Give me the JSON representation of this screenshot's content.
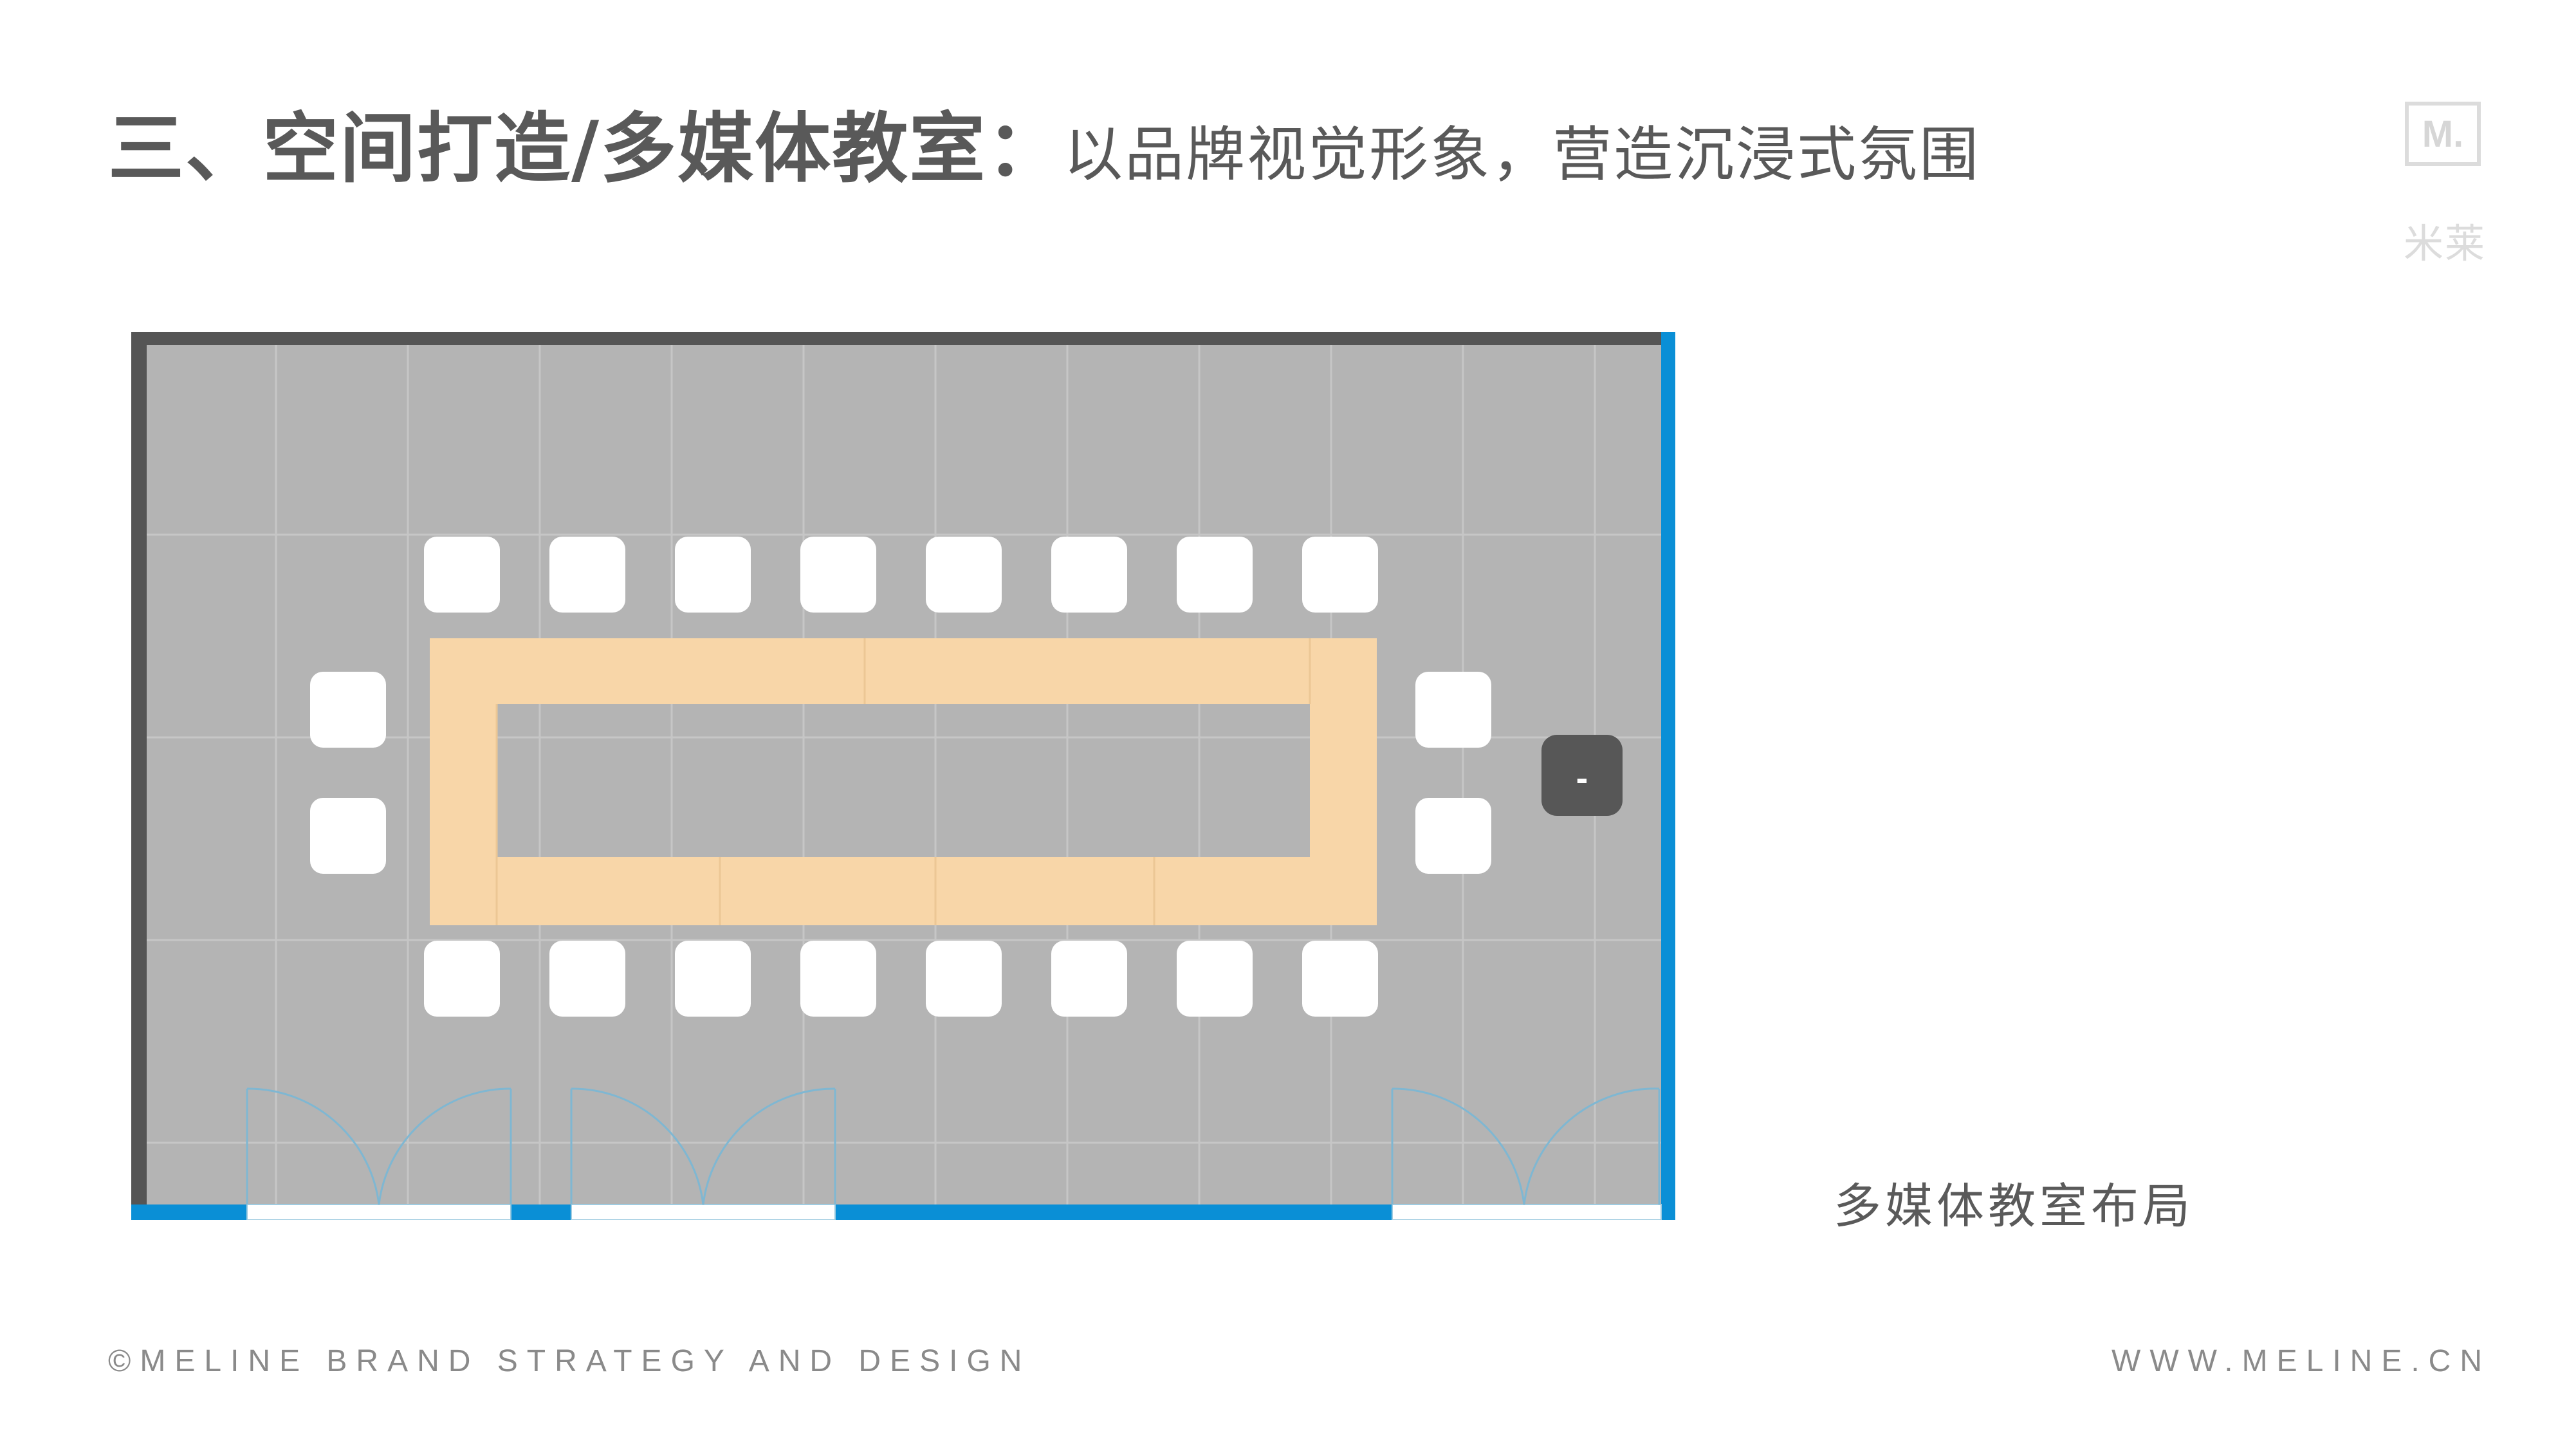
{
  "header": {
    "title_main": "三、空间打造/多媒体教室：",
    "title_sub": "以品牌视觉形象，营造沉浸式氛围"
  },
  "logo": {
    "mark": "M.",
    "name_cn": "米莱"
  },
  "floorplan": {
    "caption": "多媒体教室布局",
    "projector_label": "-",
    "chair_count_top": 8,
    "chair_count_bottom": 8,
    "chair_count_left": 2,
    "chair_count_right": 2,
    "colors": {
      "floor": "#b4b4b4",
      "wall_dark": "#555555",
      "wall_glass": "#0a8fd6",
      "table": "#f8d6a8",
      "chair": "#ffffff",
      "projector": "#575757",
      "door_arc": "#7fb7d2"
    }
  },
  "footer": {
    "left": "©MELINE BRAND STRATEGY AND DESIGN",
    "right": "WWW.MELINE.CN"
  }
}
